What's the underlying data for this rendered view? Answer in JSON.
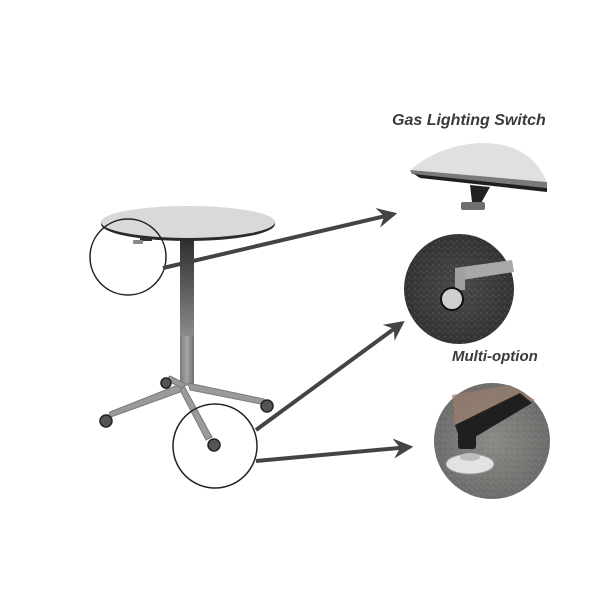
{
  "labels": {
    "gas_switch": "Gas Lighting Switch",
    "multi_option": "Multi-option"
  },
  "colors": {
    "label_text": "#3a3a3a",
    "arrow": "#444444",
    "table_top": "#d4d4d4",
    "frame": "#8e8e8e",
    "carpet_dark": "#3c3c3e",
    "carpet_light": "#8a8a88"
  },
  "callouts": [
    {
      "id": "gas-lighting-switch",
      "label": "Gas Lighting Switch"
    },
    {
      "id": "caster-wheel",
      "label": "Multi-option"
    },
    {
      "id": "glide-foot",
      "label": ""
    }
  ]
}
